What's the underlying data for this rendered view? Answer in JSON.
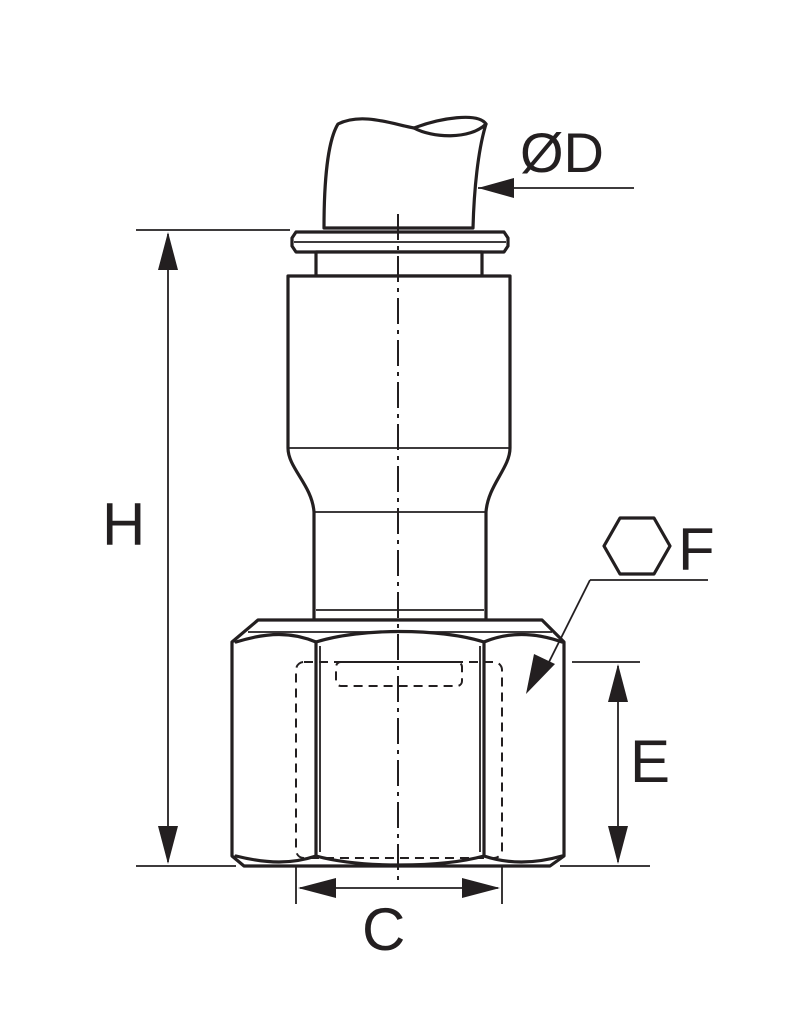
{
  "labels": {
    "diameter": "ØD",
    "height": "H",
    "hex": "F",
    "thread_depth": "E",
    "thread": "C"
  },
  "colors": {
    "line": "#231f20",
    "background": "#ffffff"
  },
  "icons": {
    "hex_symbol": "hexagon-icon"
  }
}
